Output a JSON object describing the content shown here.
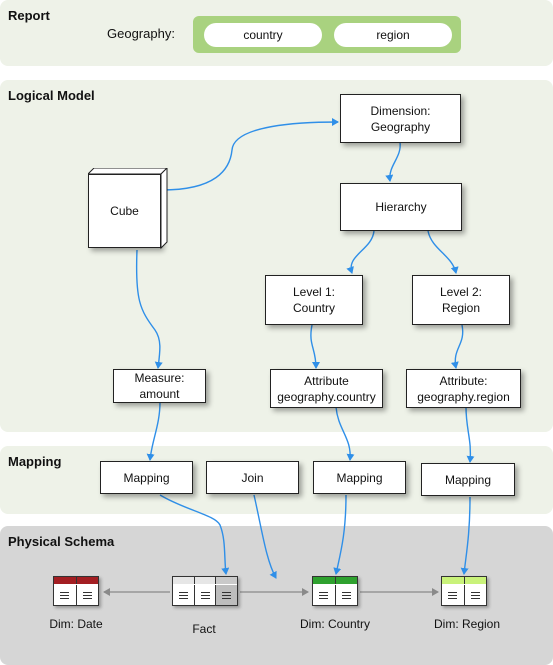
{
  "sections": {
    "report": "Report",
    "logical": "Logical Model",
    "mapping": "Mapping",
    "physical": "Physical Schema"
  },
  "report": {
    "label": "Geography:",
    "fields": [
      "country",
      "region"
    ]
  },
  "logical": {
    "dimension": [
      "Dimension:",
      "Geography"
    ],
    "cube": "Cube",
    "hierarchy": "Hierarchy",
    "level1": [
      "Level 1:",
      "Country"
    ],
    "level2": [
      "Level 2:",
      "Region"
    ],
    "measure": [
      "Measure:",
      "amount"
    ],
    "attr_country": [
      "Attribute",
      "geography.country"
    ],
    "attr_region": [
      "Attribute:",
      "geography.region"
    ]
  },
  "mapping": {
    "mapping1": "Mapping",
    "join": "Join",
    "mapping2": "Mapping",
    "mapping3": "Mapping"
  },
  "physical": {
    "dim_date": "Dim: Date",
    "fact": "Fact",
    "dim_country": "Dim: Country",
    "dim_region": "Dim: Region"
  },
  "colors": {
    "panel_green": "#eef2e8",
    "panel_gray": "#d6d6d6",
    "report_bar": "#a9d27f",
    "arrow_blue": "#2f8fe8",
    "date_header": "#a31e22",
    "fact_header": "#e6e6e6",
    "country_header": "#2ea12e",
    "region_header": "#c9f27a"
  }
}
